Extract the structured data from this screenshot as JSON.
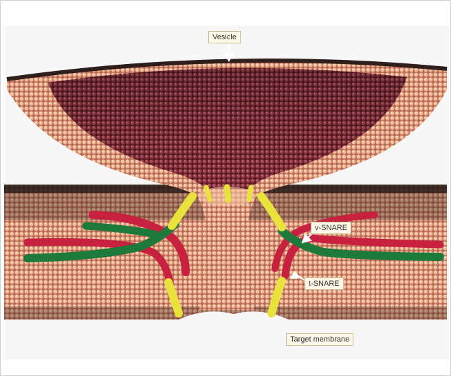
{
  "labels": {
    "vesicle": "Vesicle",
    "v_snare": "v-SNARE",
    "t_snare": "t-SNARE",
    "target_membrane": "Target membrane"
  },
  "colors": {
    "membrane_outer": "#e9a887",
    "membrane_inner": "#8a2f3a",
    "v_snare": "#c8203f",
    "t_snare": "#1d7a3a",
    "snare_tm": "#e8e23a",
    "label_bg": "#fff8e8"
  }
}
